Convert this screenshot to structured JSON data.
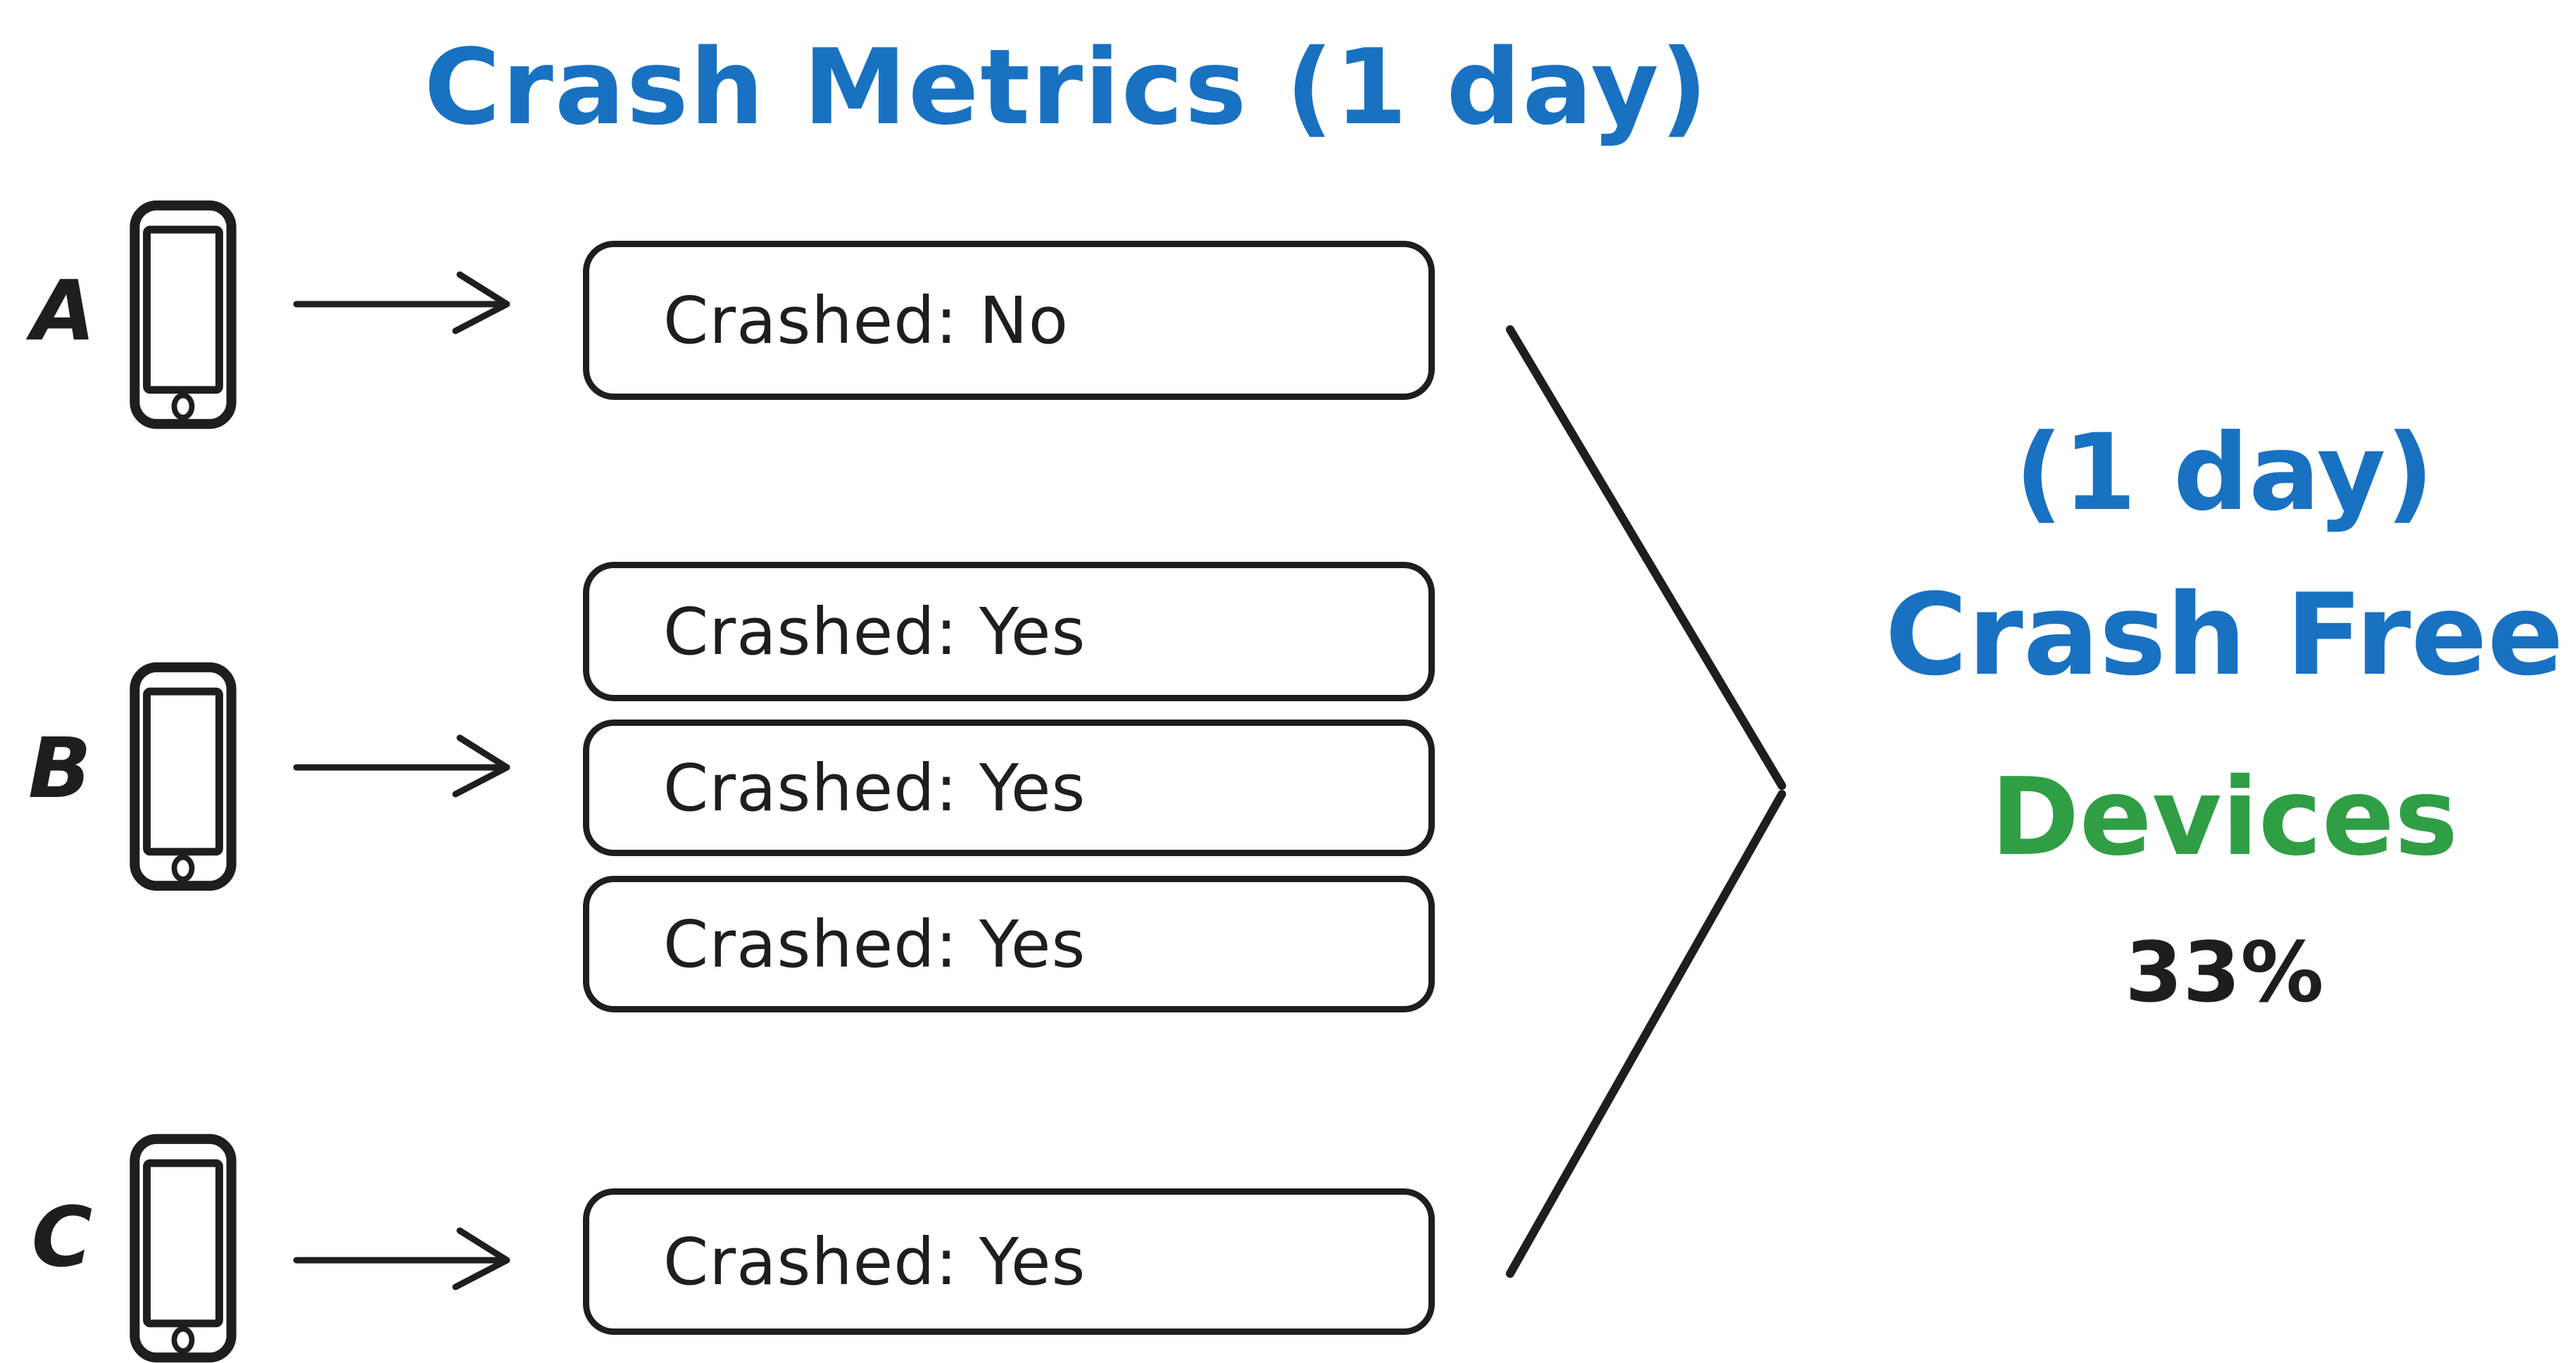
{
  "title": "Crash Metrics (1 day)",
  "colors": {
    "accent_blue": "#1971c2",
    "accent_green": "#2f9e44",
    "ink": "#1e1e1e",
    "background": "#ffffff"
  },
  "devices": [
    {
      "label": "A",
      "sessions": [
        "Crashed: No"
      ]
    },
    {
      "label": "B",
      "sessions": [
        "Crashed: Yes",
        "Crashed: Yes",
        "Crashed: Yes"
      ]
    },
    {
      "label": "C",
      "sessions": [
        "Crashed: Yes"
      ]
    }
  ],
  "result": {
    "period": "(1 day)",
    "metric_line1": "Crash Free",
    "metric_line2": "Devices",
    "value": "33%"
  }
}
